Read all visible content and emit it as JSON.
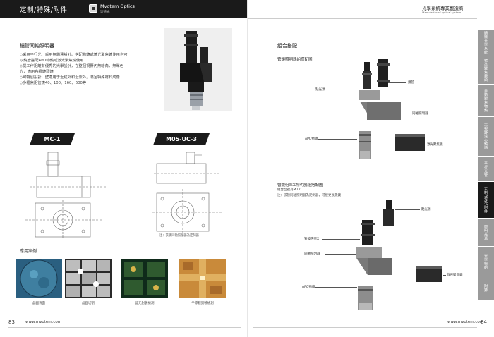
{
  "left_page": {
    "header": {
      "category": "定制/特殊/附件",
      "brand": "Mvotem Optics",
      "brand_sub": "迈德光"
    },
    "section_title": "鏡管同軸照明器",
    "description": [
      "◇采用平行光、采用無貓遠設計。搭配物鏡或鏡光聚焦鏡使用也可",
      "以鏡管搭配APO物鏡或激光聚焦鏡使用",
      "◇提工作距離有優秀的光學設計，在整個視野內無暗角，無單色",
      "光，適用各種鏡頭鏡",
      "◇可特別設計，壁適用于近紅外和近紫外。滿足特殊材料成像",
      "◇多種焦距管鏡40、100、160、600等"
    ],
    "models": [
      {
        "name": "MC-1"
      },
      {
        "name": "M05-UC-3"
      }
    ],
    "drawing_note": "注：該鏡同軸照明器為定制器",
    "applications": {
      "title": "應用案例",
      "items": [
        {
          "caption": "晶圓背面"
        },
        {
          "caption": "晶圓切割"
        },
        {
          "caption": "晶元封裝檢測"
        },
        {
          "caption": "半導體封裝檢測"
        }
      ]
    },
    "footer": {
      "page": "83",
      "url": "www.mvotem.com"
    }
  },
  "right_page": {
    "header": {
      "title": "光學系統專業製造商",
      "subtitle": "Manufactured optical system"
    },
    "section_title": "組合搭配",
    "combo1": {
      "title": "管鏡照明器組搭配圖",
      "labels": {
        "light_source": "點光源",
        "tube": "鏡管",
        "coaxial": "同軸照明器",
        "apo": "APO物鏡",
        "laser": "激光聚焦鏡"
      }
    },
    "combo2": {
      "title": "管鏡倍率X照明器組搭配圖",
      "line1": "組合型號為M UC",
      "line2": "注：該管同轴照明器為定制器，可接更長焦鏡",
      "labels": {
        "light_source": "點光源",
        "tube_x": "管鏡倍率X",
        "coaxial": "同軸照明器",
        "apo": "APO物鏡",
        "laser": "激光聚焦鏡"
      }
    },
    "tabs": [
      {
        "label": "顯微光學系統"
      },
      {
        "label": "標準變焦鏡頭"
      },
      {
        "label": "自動對焦物鏡"
      },
      {
        "label": "大視野遠心鏡頭"
      },
      {
        "label": "平行光管"
      },
      {
        "label": "定制/特殊/附件"
      },
      {
        "label": "照明光源"
      },
      {
        "label": "光學模組"
      },
      {
        "label": "附錄"
      }
    ],
    "footer": {
      "page": "84",
      "url": "www.mvotem.com"
    }
  },
  "colors": {
    "header_bg": "#1a1a1a",
    "tab_bg": "#9a9a9a",
    "tab_active": "#1a1a1a"
  }
}
